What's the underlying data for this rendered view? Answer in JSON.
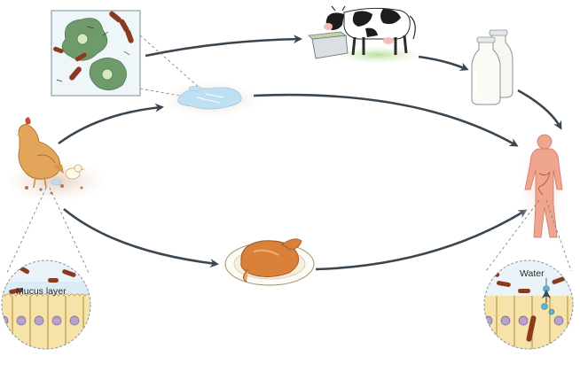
{
  "labels": {
    "mucus_layer": "Mucus layer",
    "water": "Water"
  },
  "icons": [
    "amoeba-inset",
    "water-puddle",
    "cow-with-trough",
    "milk-bottles",
    "chicken-with-chick",
    "roast-chicken-plate",
    "human-figure",
    "intestinal-epithelium-mucus-inset",
    "intestinal-epithelium-water-inset"
  ],
  "colors": {
    "arrow": "#3a4650",
    "cell_green": "#6f9a6a",
    "bacteria": "#8a3b1f",
    "skin": "#f0a58f",
    "water": "#bfe0f2",
    "nucleus_purple": "#b7a2cc",
    "cytoplasm": "#f6e3a9"
  }
}
